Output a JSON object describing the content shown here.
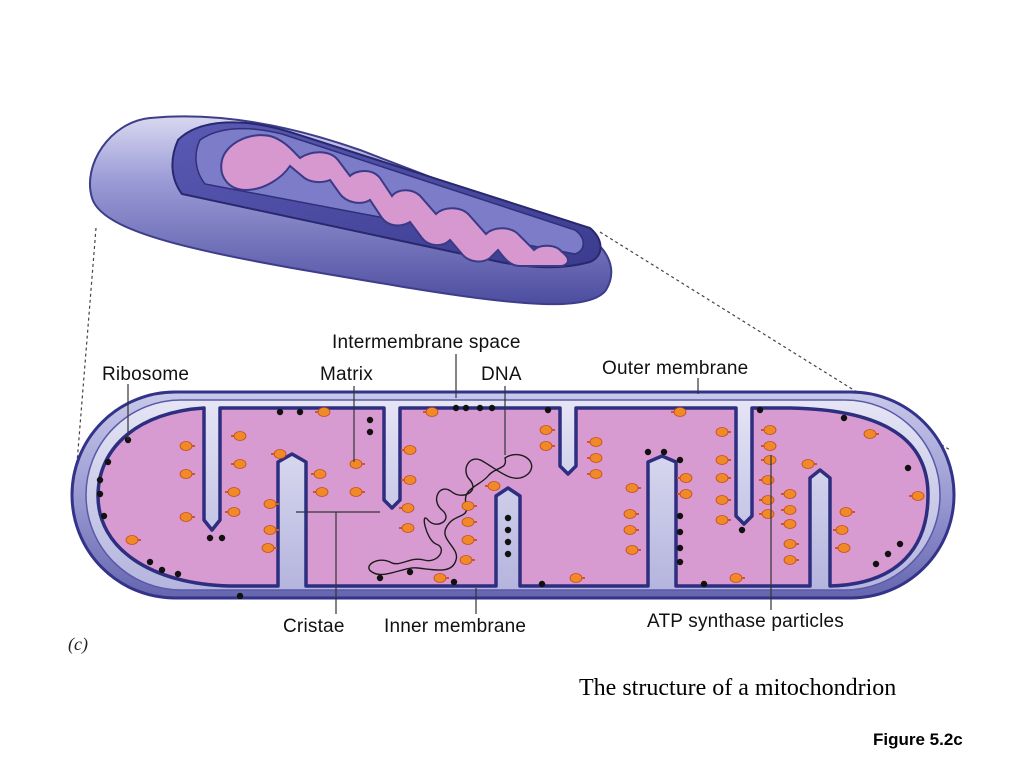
{
  "labels": {
    "intermembrane_space": "Intermembrane space",
    "ribosome": "Ribosome",
    "matrix": "Matrix",
    "dna": "DNA",
    "outer_membrane": "Outer membrane",
    "cristae": "Cristae",
    "inner_membrane": "Inner membrane",
    "atp_synthase": "ATP synthase particles"
  },
  "panel_letter": "(c)",
  "caption": "The structure of a mitochondrion",
  "figure_ref": "Figure 5.2c",
  "colors": {
    "matrix_pink": "#d99ad0",
    "membrane_blue": "#6a6ab8",
    "membrane_dark": "#3a3a8a",
    "outer_lavender": "#a7a7d8",
    "particle_orange": "#f08a28",
    "ribosome_black": "#111111"
  }
}
